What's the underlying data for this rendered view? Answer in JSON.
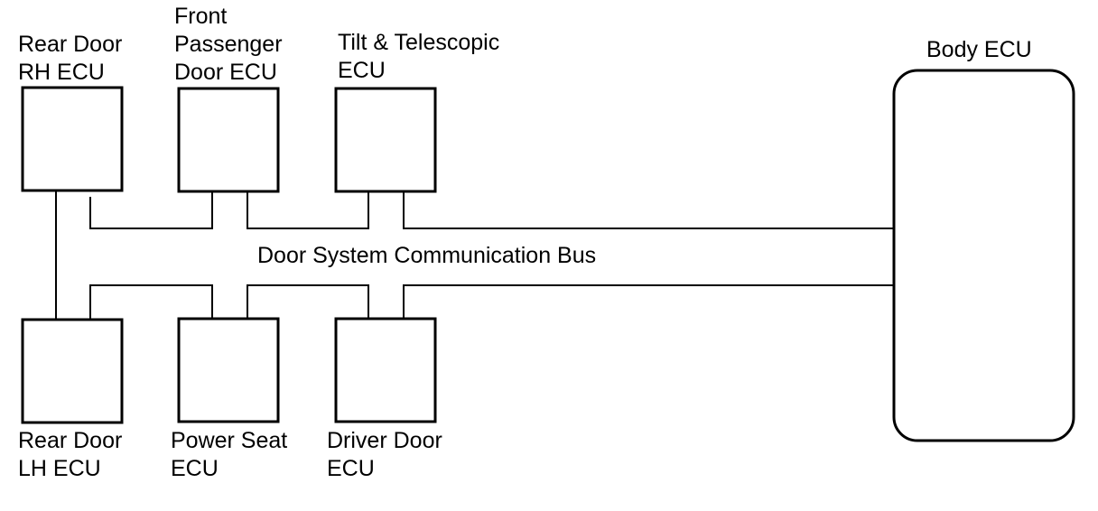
{
  "ecus": {
    "rear_door_rh": [
      "Rear Door",
      "RH ECU"
    ],
    "front_passenger_door": [
      "Front",
      "Passenger",
      "Door ECU"
    ],
    "tilt_telescopic": [
      "Tilt & Telescopic",
      "ECU"
    ],
    "rear_door_lh": [
      "Rear Door",
      "LH ECU"
    ],
    "power_seat": [
      "Power Seat",
      "ECU"
    ],
    "driver_door": [
      "Driver Door",
      "ECU"
    ],
    "body": [
      "Body ECU"
    ]
  },
  "bus_label": "Door System Communication Bus"
}
